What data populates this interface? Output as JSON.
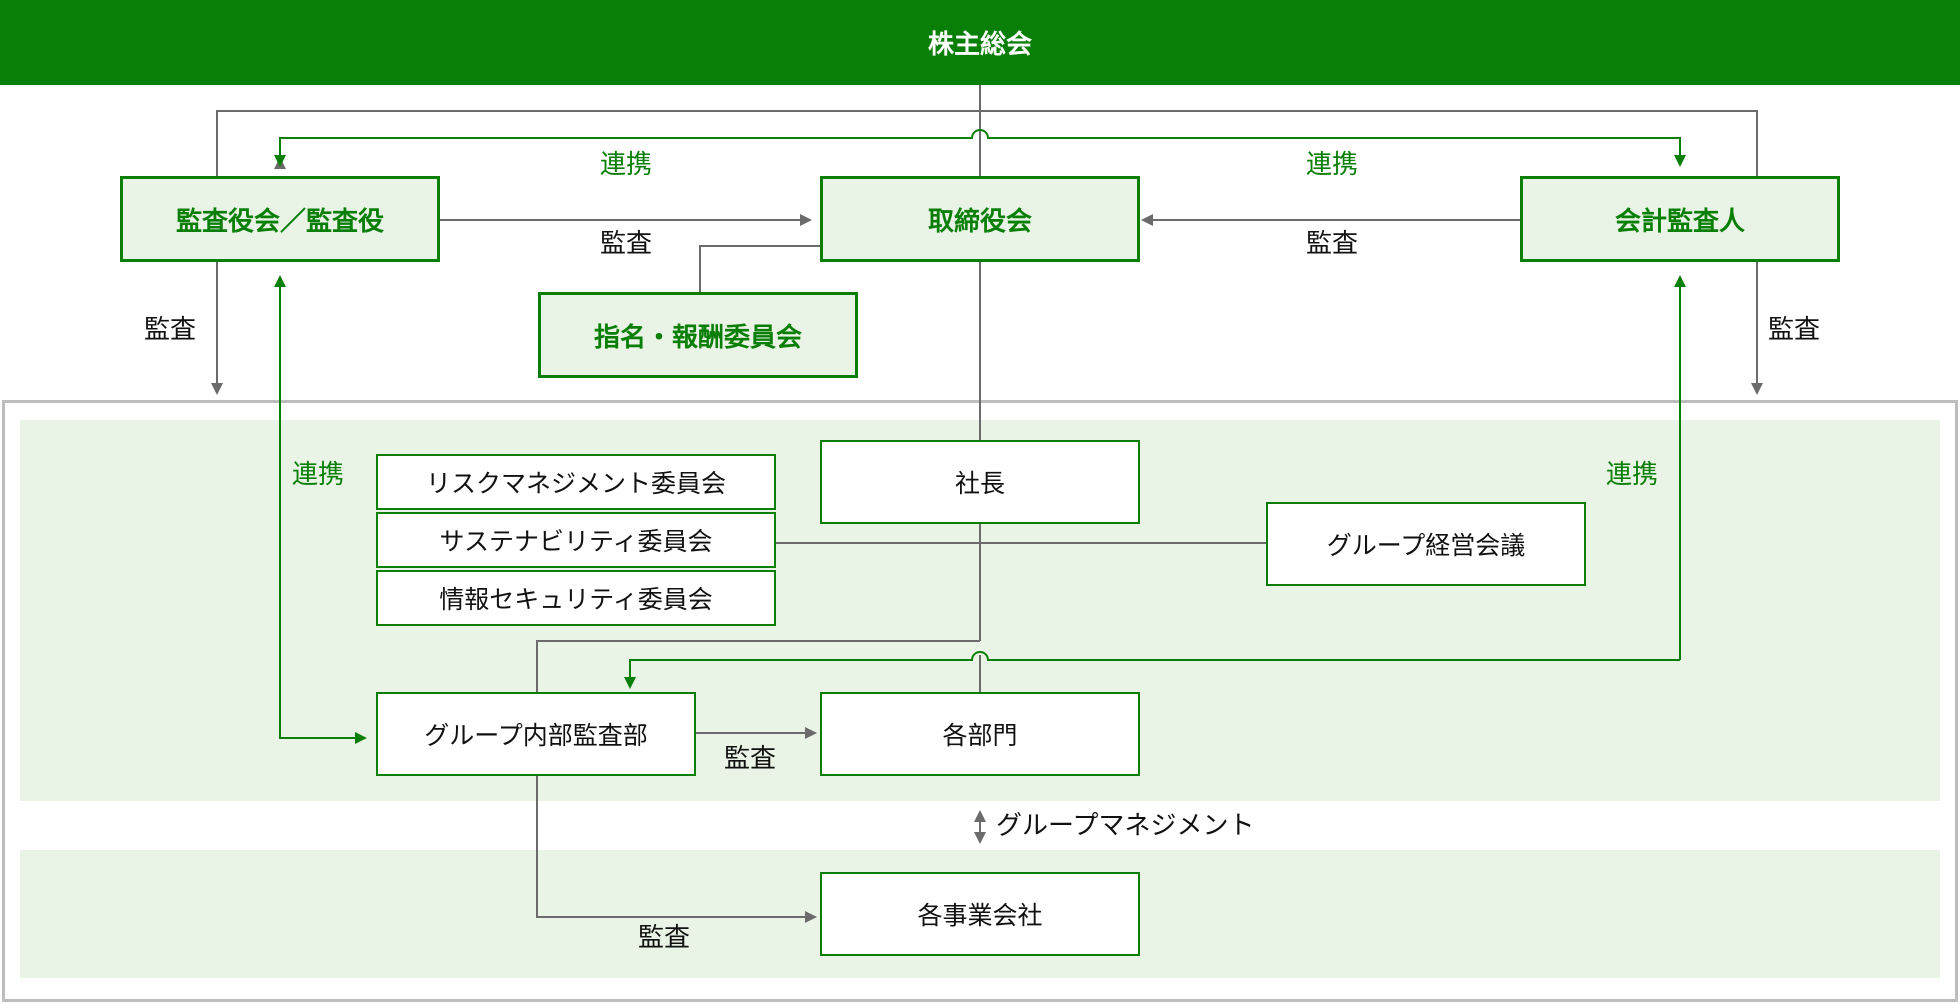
{
  "header": {
    "title": "株主総会"
  },
  "nodes": {
    "auditors": "監査役会／監査役",
    "board": "取締役会",
    "accounting_auditor": "会計監査人",
    "nomination": "指名・報酬委員会",
    "risk": "リスクマネジメント委員会",
    "sustainability": "サステナビリティ委員会",
    "infosec": "情報セキュリティ委員会",
    "president": "社長",
    "group_meeting": "グループ経営会議",
    "internal_audit": "グループ内部監査部",
    "departments": "各部門",
    "subsidiaries": "各事業会社"
  },
  "labels": {
    "renkei_top_left": "連携",
    "renkei_top_right": "連携",
    "kansa_aud_board": "監査",
    "kansa_acc_board": "監査",
    "kansa_left_down": "監査",
    "kansa_right_down": "監査",
    "renkei_mid_left": "連携",
    "renkei_mid_right": "連携",
    "kansa_internal_dept": "監査",
    "group_management": "グループマネジメント",
    "kansa_internal_sub": "監査"
  },
  "colors": {
    "green": "#0a7f07",
    "light_green": "#eaf4e6",
    "line_gray": "#6b6b6b",
    "border_gray": "#bdbdbd"
  }
}
